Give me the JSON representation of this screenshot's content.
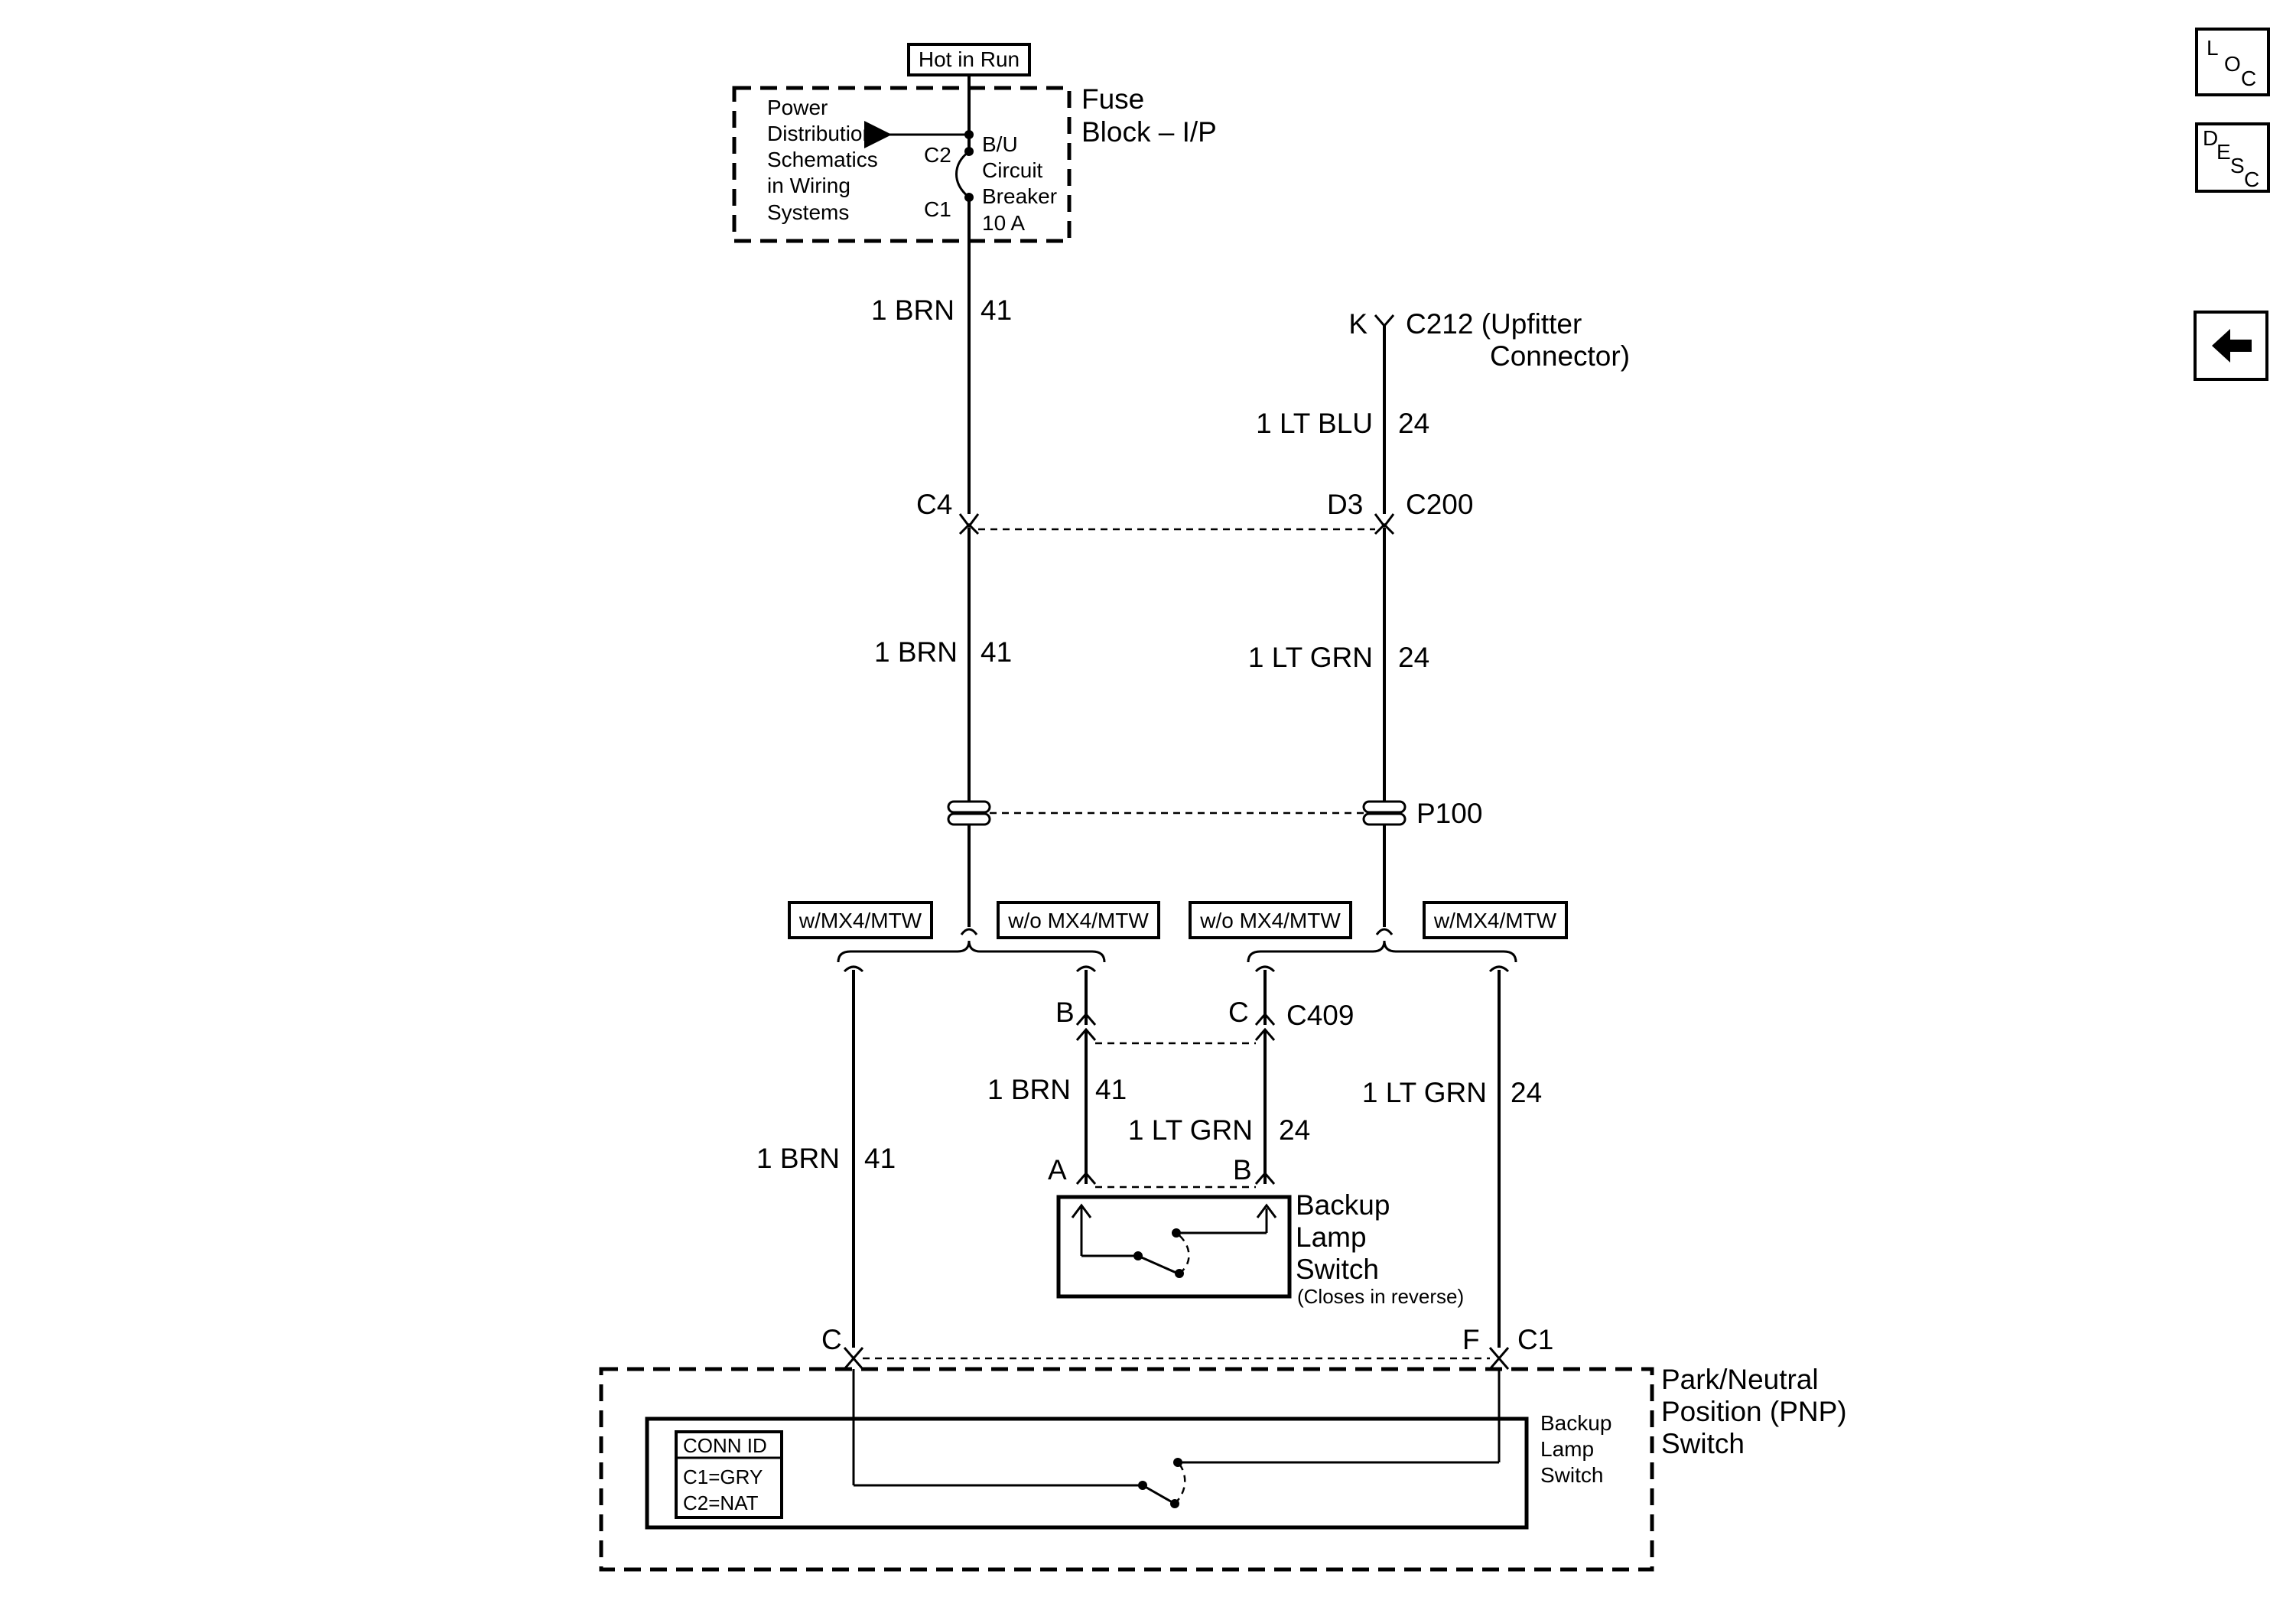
{
  "nav": {
    "loc_l": "L",
    "loc_o": "O",
    "loc_c": "C",
    "desc_d": "D",
    "desc_e": "E",
    "desc_s": "S",
    "desc_c": "C",
    "back_icon": "left-arrow-icon"
  },
  "fuse_block": {
    "hot_in_run": "Hot in Run",
    "name_line1": "Fuse",
    "name_line2": "Block – I/P",
    "pd_line1": "Power",
    "pd_line2": "Distribution",
    "pd_line3": "Schematics",
    "pd_line4": "in Wiring",
    "pd_line5": "Systems",
    "pin_c2": "C2",
    "pin_c1": "C1",
    "cb_line1": "B/U",
    "cb_line2": "Circuit",
    "cb_line3": "Breaker",
    "cb_line4": "10 A"
  },
  "wires": {
    "left_top_color": "1 BRN",
    "left_top_num": "41",
    "right_top_color": "1 LT BLU",
    "right_top_num": "24",
    "left_mid_color": "1 BRN",
    "left_mid_num": "41",
    "right_mid_color": "1 LT GRN",
    "right_mid_num": "24",
    "far_left_color": "1 BRN",
    "far_left_num": "41",
    "c409_left_color": "1 BRN",
    "c409_left_num": "41",
    "c409_right_color": "1 LT GRN",
    "c409_right_num": "24",
    "far_right_color": "1 LT GRN",
    "far_right_num": "24"
  },
  "connectors": {
    "c212_pin": "K",
    "c212_line1": "C212 (Upfitter",
    "c212_line2": "Connector)",
    "c200_left_pin": "C4",
    "c200_right_pin": "D3",
    "c200_name": "C200",
    "p100_name": "P100",
    "c409_left_pin": "B",
    "c409_right_pin": "C",
    "c409_name": "C409",
    "pnp_left_pin": "C",
    "pnp_right_pin": "F",
    "pnp_conn": "C1"
  },
  "options": {
    "left_with": "w/MX4/MTW",
    "left_without": "w/o MX4/MTW",
    "right_without": "w/o MX4/MTW",
    "right_with": "w/MX4/MTW"
  },
  "backup_switch": {
    "pin_a": "A",
    "pin_b": "B",
    "line1": "Backup",
    "line2": "Lamp",
    "line3": "Switch",
    "note": "(Closes in reverse)"
  },
  "pnp_switch": {
    "line1": "Park/Neutral",
    "line2": "Position (PNP)",
    "line3": "Switch",
    "inner_line1": "Backup",
    "inner_line2": "Lamp",
    "inner_line3": "Switch",
    "conn_id": "CONN ID",
    "conn_c1": "C1=GRY",
    "conn_c2": "C2=NAT"
  }
}
